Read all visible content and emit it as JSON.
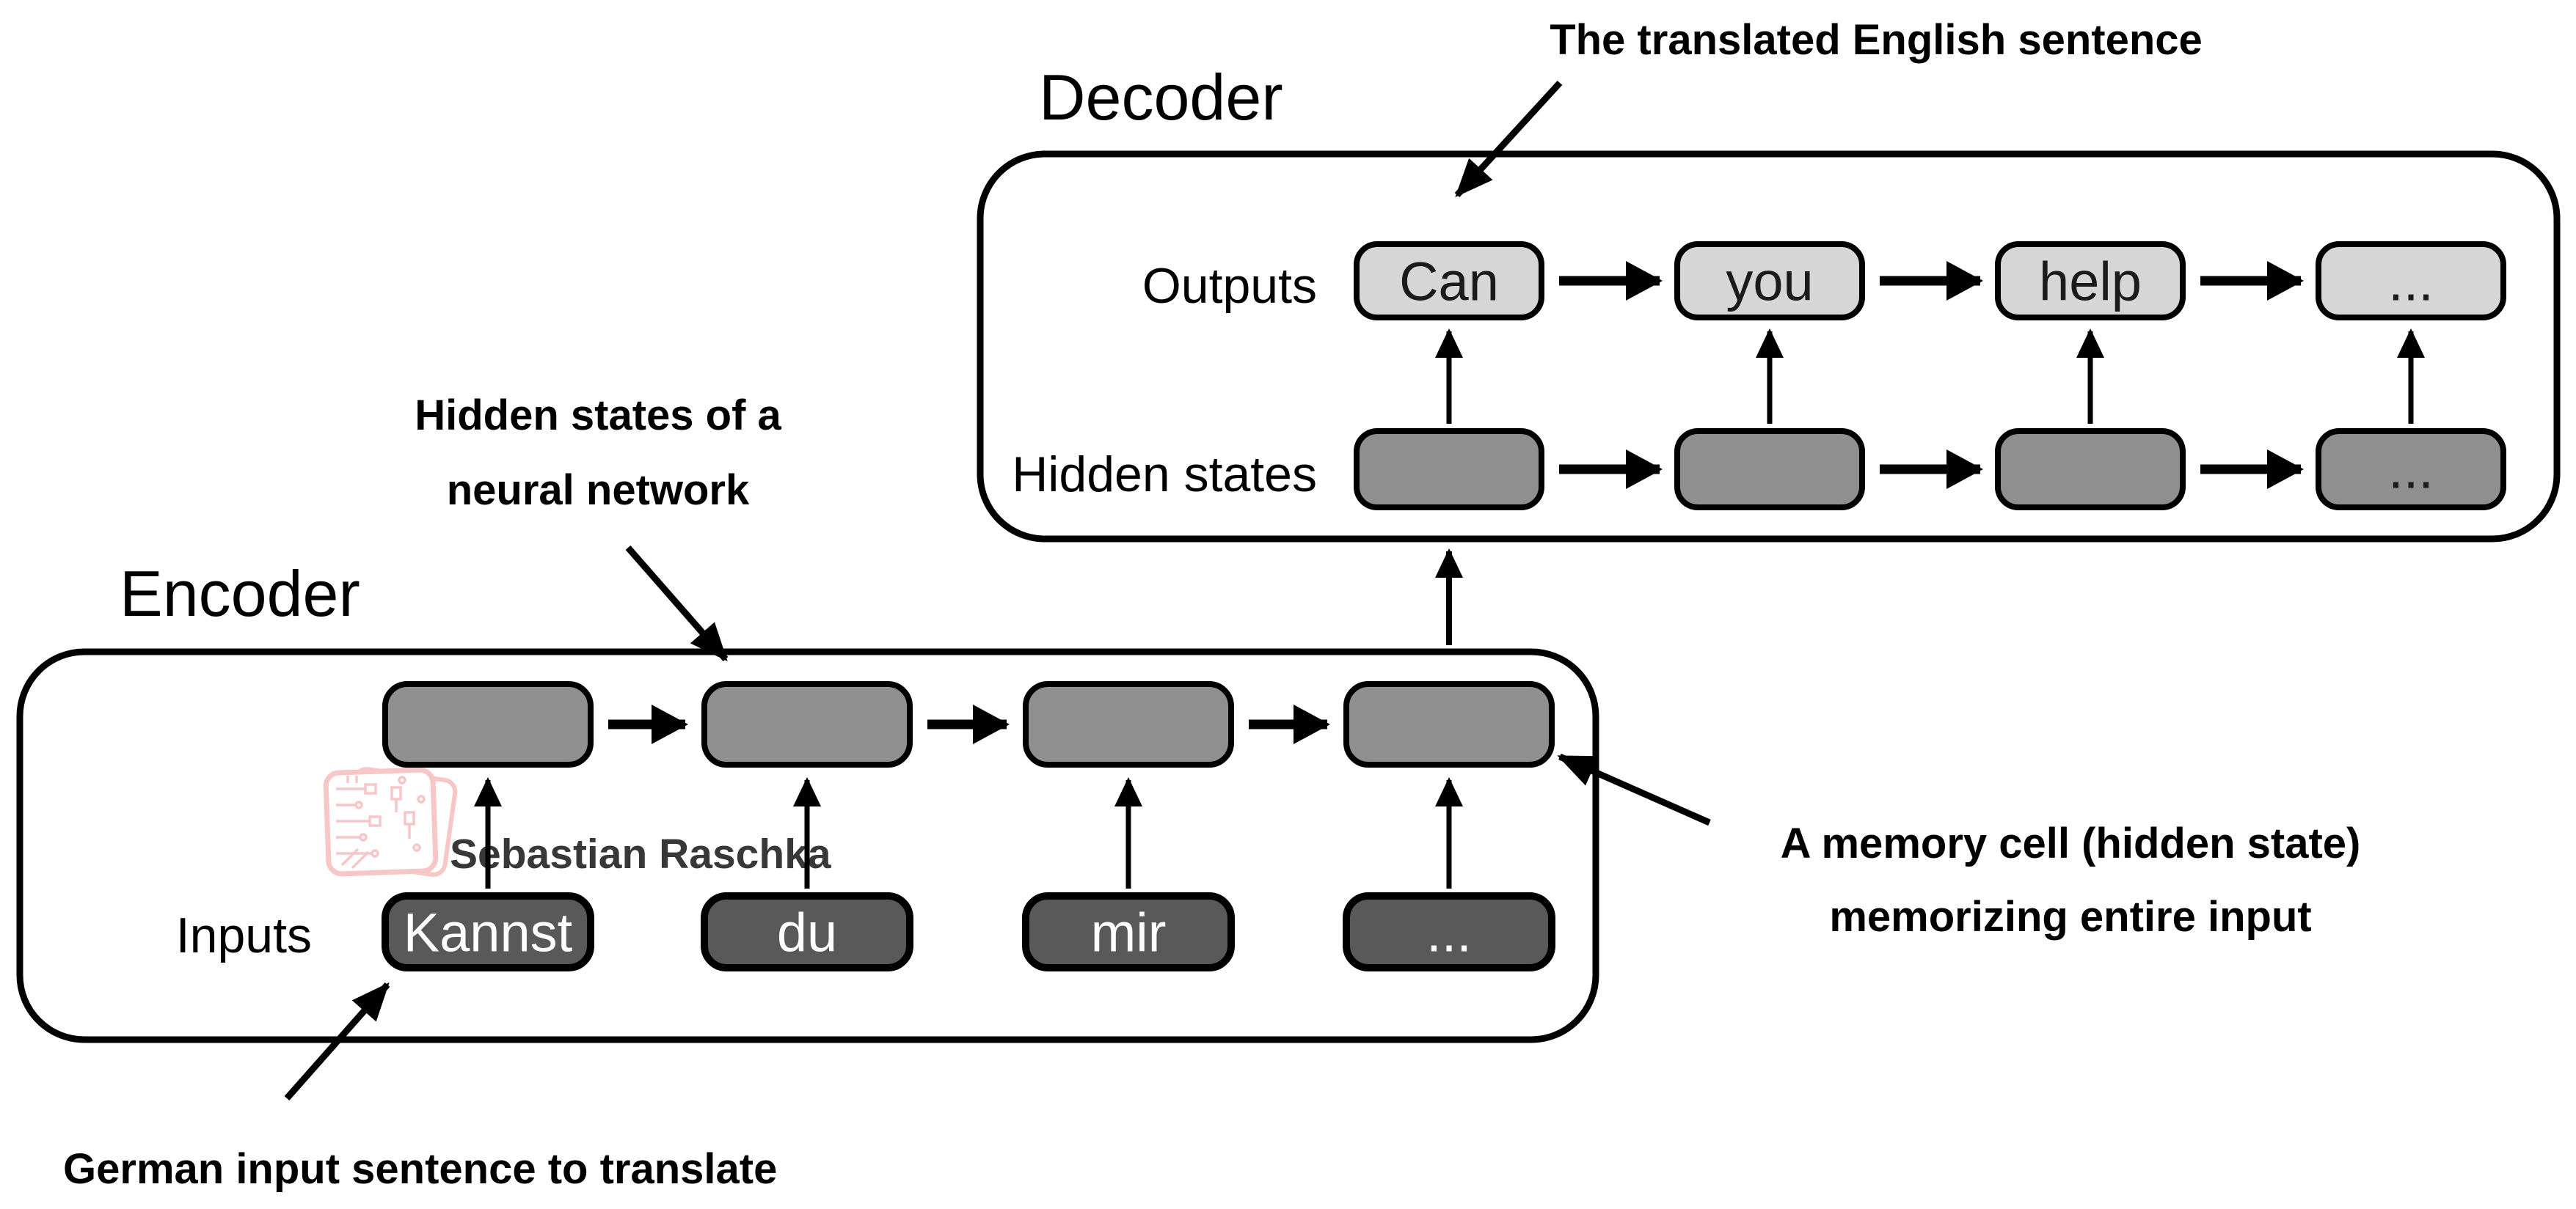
{
  "colors": {
    "box_output": "#d6d6d6",
    "box_hidden": "#8f8f8f",
    "box_input": "#595959",
    "stamp_pink": "#f6bdbd",
    "watermark_gray": "#a0a0a0",
    "line_black": "#000000"
  },
  "decoder": {
    "title": "Decoder",
    "outputs_label": "Outputs",
    "hidden_label": "Hidden states",
    "outputs": [
      "Can",
      "you",
      "help",
      "..."
    ],
    "hidden_last": "..."
  },
  "encoder": {
    "title": "Encoder",
    "inputs_label": "Inputs",
    "inputs": [
      "Kannst",
      "du",
      "mir",
      "..."
    ]
  },
  "annotations": {
    "translated_english": "The translated English sentence",
    "hidden_states_1": "Hidden states of a",
    "hidden_states_2": "neural network",
    "memory_cell_1": "A memory cell (hidden state)",
    "memory_cell_2": "memorizing entire input",
    "german_input": "German input sentence to translate"
  },
  "watermark": {
    "author": "Sebastian Raschka"
  }
}
